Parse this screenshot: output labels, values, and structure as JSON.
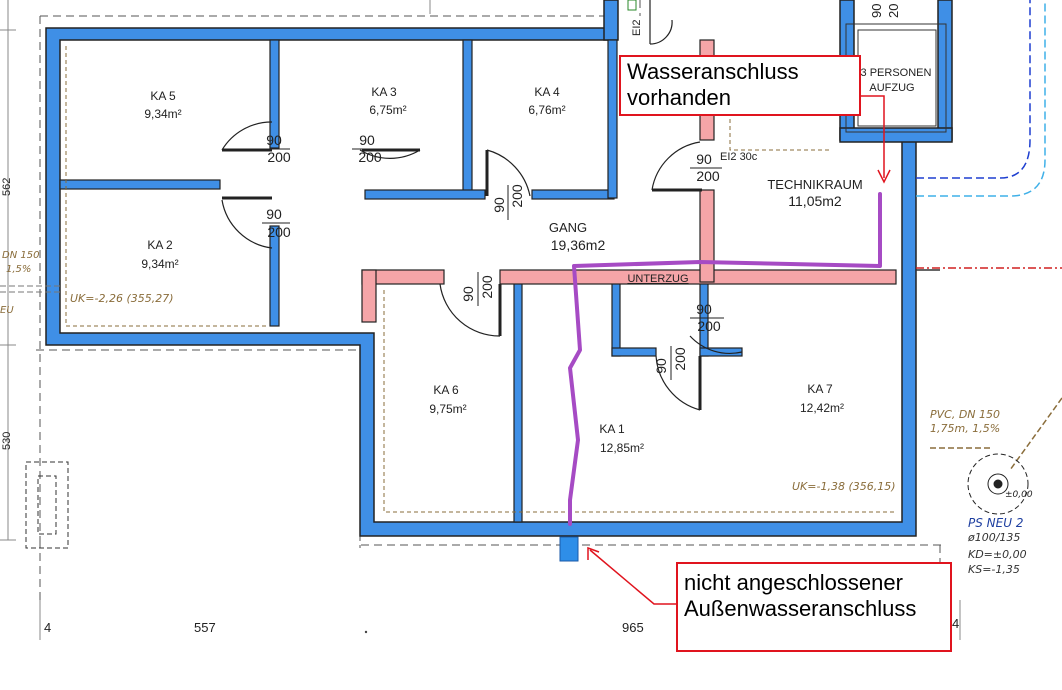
{
  "rooms": [
    {
      "name": "KA 5",
      "area": "9,34m²"
    },
    {
      "name": "KA 3",
      "area": "6,75m²"
    },
    {
      "name": "KA 4",
      "area": "6,76m²"
    },
    {
      "name": "KA 2",
      "area": "9,34m²"
    },
    {
      "name": "GANG",
      "area": "19,36m2"
    },
    {
      "name": "TECHNIKRAUM",
      "area": "11,05m2"
    },
    {
      "name": "KA 6",
      "area": "9,75m²"
    },
    {
      "name": "KA 1",
      "area": "12,85m²"
    },
    {
      "name": "KA 7",
      "area": "12,42m²"
    }
  ],
  "doors": [
    {
      "width": "90",
      "height": "200"
    },
    {
      "width": "90",
      "height": "200"
    },
    {
      "width": "90",
      "height": "200"
    },
    {
      "width": "90",
      "height": "200"
    },
    {
      "width": "90",
      "height": "200"
    },
    {
      "width": "90",
      "height": "200"
    },
    {
      "width": "90",
      "height": "200"
    },
    {
      "width": "90",
      "height": "200"
    }
  ],
  "labels": {
    "unterzug": "UNTERZUG",
    "elevator_line1": "3 PERSONEN",
    "elevator_line2": "AUFZUG",
    "ei2_top": "EI2",
    "ei2_30c": "EI2 30c",
    "uk_left": "UK=-2,26 (355,27)",
    "uk_right": "UK=-1,38 (356,15)",
    "dn_left_1": "DN 150",
    "dn_left_2": "1,5%",
    "dn_left_3": "EU",
    "pvc_1": "PVC, DN 150",
    "pvc_2": "1,75m, 1,5%",
    "ps_1": "PS NEU 2",
    "ps_2": "ø100/135",
    "ps_3": "KD=±0,00",
    "ps_4": "KS=-1,35",
    "pm": "±0,00",
    "dim_4_left": "4",
    "dim_557": "557",
    "dim_965": "965",
    "dim_4_right": "4",
    "side_top": "562",
    "side_bottom": "530",
    "top_90": "90",
    "top_20": "20"
  },
  "callouts": {
    "water_connection": [
      "Wasseranschluss",
      "vorhanden"
    ],
    "outdoor_connection": [
      "nicht angeschlossener",
      "Außenwasseranschluss"
    ]
  },
  "colors": {
    "wall_blue": "#3f8fe6",
    "wall_pink": "#f5a5a8",
    "pipe_purple": "#a64bc4",
    "callout_red": "#e0141e",
    "plan_line": "#222222"
  }
}
